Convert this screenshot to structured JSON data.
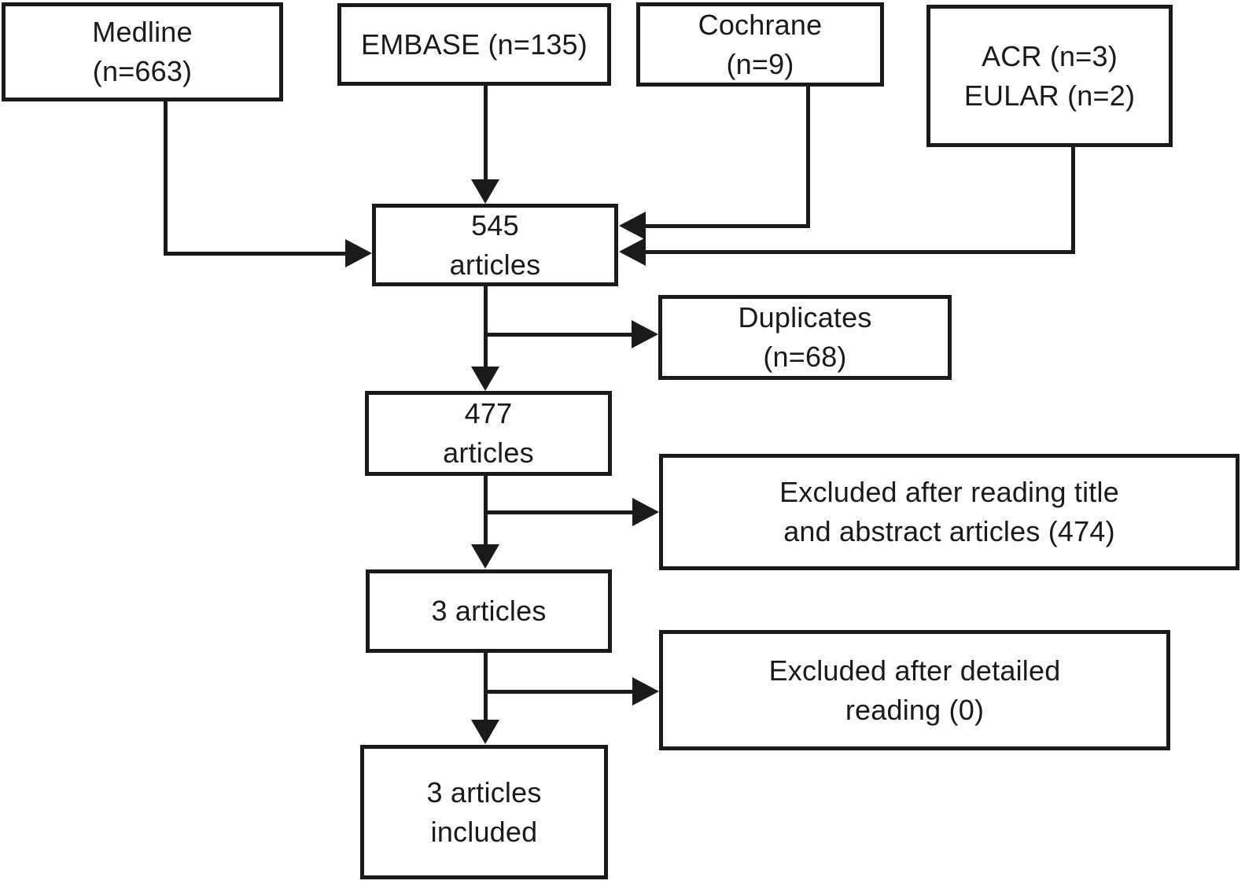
{
  "diagram": {
    "type": "flowchart",
    "description": "Systematic review article selection flow diagram",
    "colors": {
      "ink": "#1a1a1a",
      "background": "#ffffff"
    },
    "nodes": {
      "medline": {
        "line1": "Medline",
        "line2": "(n=663)"
      },
      "embase": {
        "line1": "EMBASE (n=135)"
      },
      "cochrane": {
        "line1": "Cochrane",
        "line2": "(n=9)"
      },
      "acr_eular": {
        "line1": "ACR (n=3)",
        "line2": "EULAR (n=2)"
      },
      "articles_545": {
        "line1": "545",
        "line2": "articles"
      },
      "duplicates": {
        "line1": "Duplicates",
        "line2": "(n=68)"
      },
      "articles_477": {
        "line1": "477",
        "line2": "articles"
      },
      "excluded_title_abstract": {
        "line1": "Excluded after reading title",
        "line2": "and abstract articles (474)"
      },
      "articles_3": {
        "line1": "3 articles"
      },
      "excluded_detailed": {
        "line1": "Excluded after detailed",
        "line2": "reading (0)"
      },
      "articles_included": {
        "line1": "3 articles",
        "line2": "included"
      }
    },
    "edges": [
      {
        "from": "medline",
        "to": "articles_545"
      },
      {
        "from": "embase",
        "to": "articles_545"
      },
      {
        "from": "cochrane",
        "to": "articles_545"
      },
      {
        "from": "acr_eular",
        "to": "articles_545"
      },
      {
        "from": "articles_545",
        "to": "duplicates"
      },
      {
        "from": "articles_545",
        "to": "articles_477"
      },
      {
        "from": "articles_477",
        "to": "excluded_title_abstract"
      },
      {
        "from": "articles_477",
        "to": "articles_3"
      },
      {
        "from": "articles_3",
        "to": "excluded_detailed"
      },
      {
        "from": "articles_3",
        "to": "articles_included"
      }
    ]
  }
}
